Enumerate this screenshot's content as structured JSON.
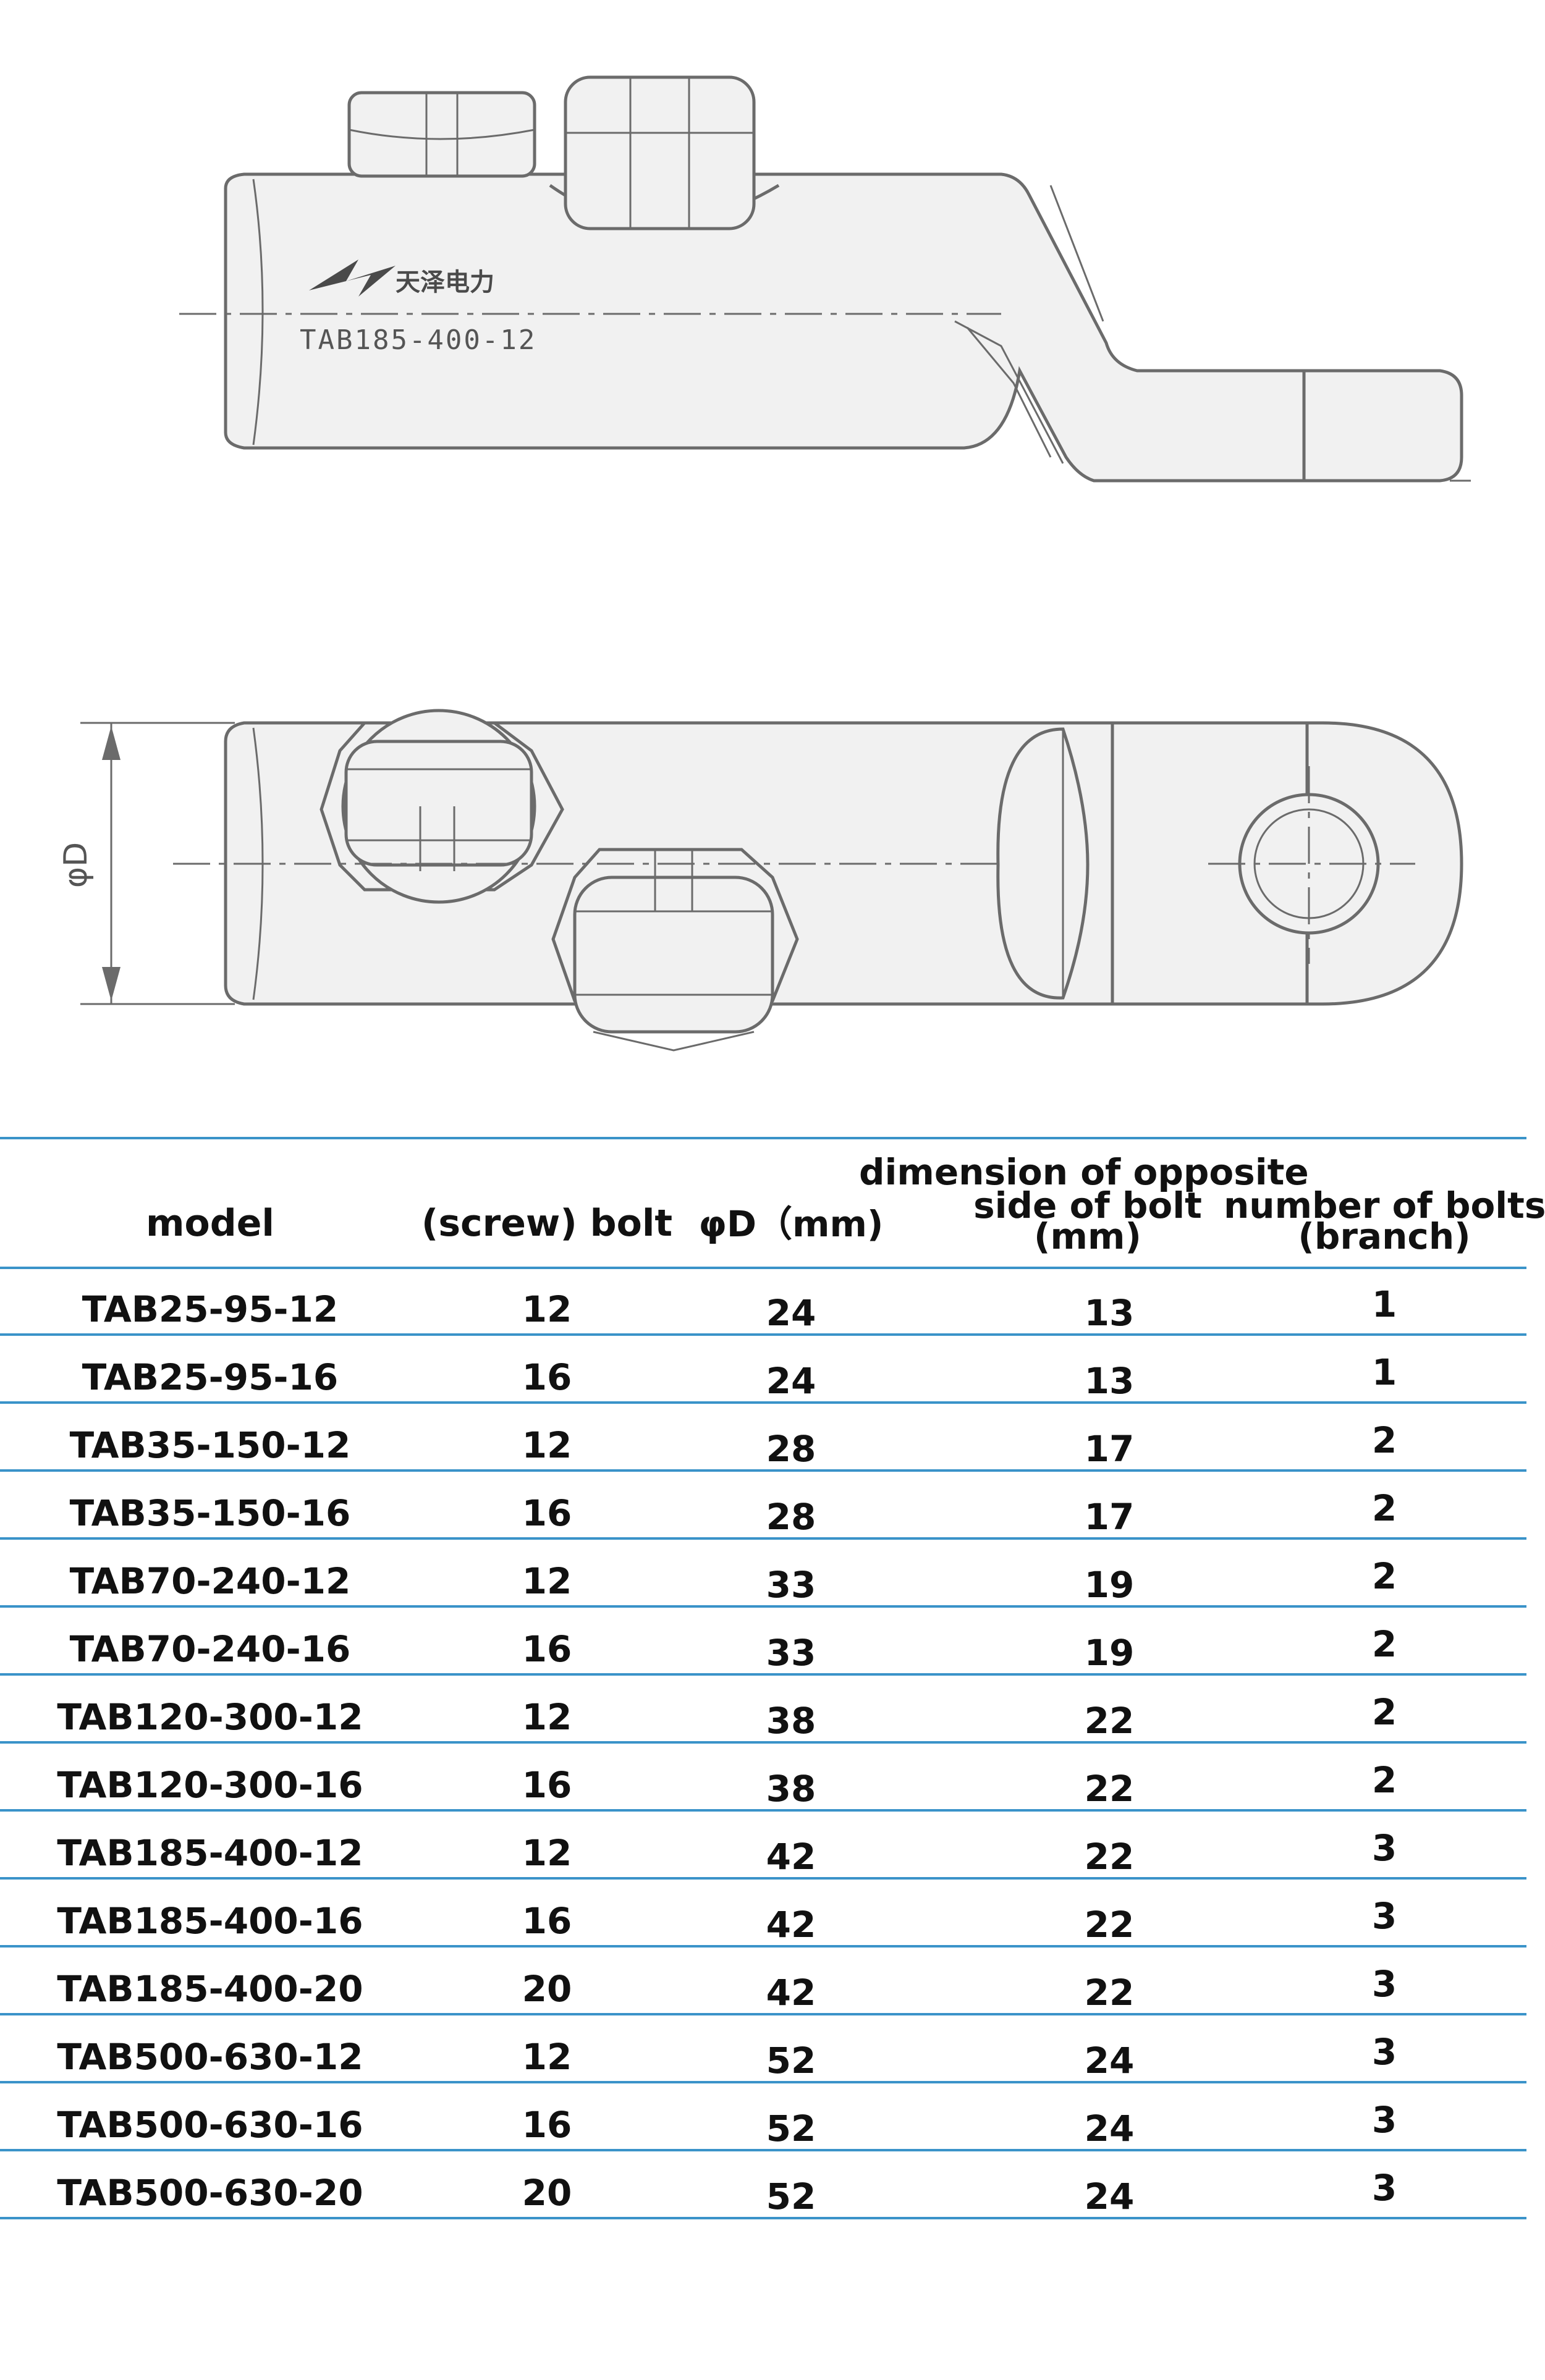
{
  "drawing": {
    "side_view_marking": "TAB185-400-12",
    "brand_mark": "天泽电力",
    "top_view_dimension_label": "φD",
    "line_color": "#6b6b6b",
    "fill_color": "#f1f1f1"
  },
  "table": {
    "rule_color": "#3a93c9",
    "headers": {
      "model": "model",
      "bolt": "(screw) bolt",
      "diameter": "φD（mm)",
      "opposite_line1": "dimension of opposite",
      "opposite_line2": "side of bolt",
      "opposite_line3": "(mm)",
      "count_line1": "number of bolts",
      "count_line2": "(branch)"
    },
    "rows": [
      [
        "TAB25-95-12",
        "12",
        "24",
        "13",
        "1"
      ],
      [
        "TAB25-95-16",
        "16",
        "24",
        "13",
        "1"
      ],
      [
        "TAB35-150-12",
        "12",
        "28",
        "17",
        "2"
      ],
      [
        "TAB35-150-16",
        "16",
        "28",
        "17",
        "2"
      ],
      [
        "TAB70-240-12",
        "12",
        "33",
        "19",
        "2"
      ],
      [
        "TAB70-240-16",
        "16",
        "33",
        "19",
        "2"
      ],
      [
        "TAB120-300-12",
        "12",
        "38",
        "22",
        "2"
      ],
      [
        "TAB120-300-16",
        "16",
        "38",
        "22",
        "2"
      ],
      [
        "TAB185-400-12",
        "12",
        "42",
        "22",
        "3"
      ],
      [
        "TAB185-400-16",
        "16",
        "42",
        "22",
        "3"
      ],
      [
        "TAB185-400-20",
        "20",
        "42",
        "22",
        "3"
      ],
      [
        "TAB500-630-12",
        "12",
        "52",
        "24",
        "3"
      ],
      [
        "TAB500-630-16",
        "16",
        "52",
        "24",
        "3"
      ],
      [
        "TAB500-630-20",
        "20",
        "52",
        "24",
        "3"
      ]
    ]
  }
}
